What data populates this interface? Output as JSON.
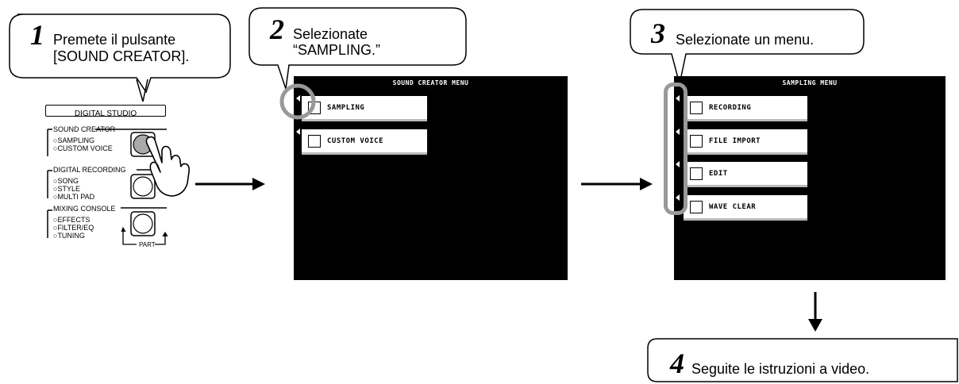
{
  "step1": {
    "number": "1",
    "text_line1": "Premete il pulsante",
    "text_line2": "[SOUND CREATOR]."
  },
  "step2": {
    "number": "2",
    "text_line1": "Selezionate",
    "text_line2": "“SAMPLING.”"
  },
  "step3": {
    "number": "3",
    "text": "Selezionate un menu."
  },
  "step4": {
    "number": "4",
    "text": "Seguite le istruzioni a video."
  },
  "panel": {
    "header": "DIGITAL STUDIO",
    "groups": [
      {
        "title": "SOUND CREATOR",
        "items": [
          "SAMPLING",
          "CUSTOM VOICE"
        ]
      },
      {
        "title": "DIGITAL RECORDING",
        "items": [
          "SONG",
          "STYLE",
          "MULTI PAD"
        ]
      },
      {
        "title": "MIXING CONSOLE",
        "items": [
          "EFFECTS",
          "FILTER/EQ",
          "TUNING"
        ]
      }
    ],
    "part_label": "PART"
  },
  "screen1": {
    "title": "SOUND CREATOR MENU",
    "items": [
      "SAMPLING",
      "CUSTOM VOICE"
    ]
  },
  "screen2": {
    "title": "SAMPLING MENU",
    "items": [
      "RECORDING",
      "FILE IMPORT",
      "EDIT",
      "WAVE CLEAR"
    ]
  }
}
